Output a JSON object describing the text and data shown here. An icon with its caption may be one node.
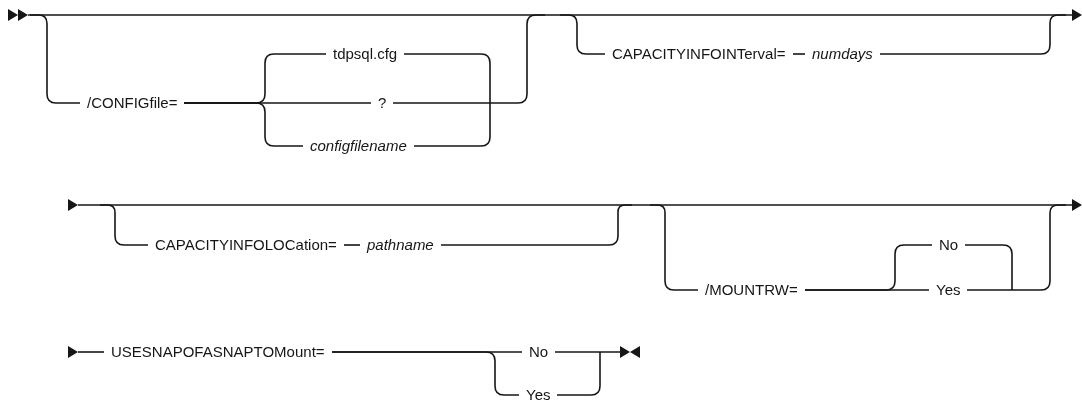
{
  "diagram": {
    "nodes": [
      {
        "text": [
          "/CONFIGfile="
        ]
      },
      {
        "text": [
          "tdpsql.cfg"
        ]
      },
      {
        "text": [
          "?"
        ]
      },
      {
        "text": [
          "configfilename"
        ]
      },
      {
        "text": [
          "CAPACITYINFOINTerval="
        ]
      },
      {
        "text": [
          "numdays"
        ]
      },
      {
        "text": [
          "CAPACITYINFOLOCation="
        ]
      },
      {
        "text": [
          "pathname"
        ]
      },
      {
        "text": [
          "/MOUNTRW="
        ]
      },
      {
        "text": [
          "No"
        ]
      },
      {
        "text": [
          "Yes"
        ]
      },
      {
        "text": [
          "USESNAPOFASNAPTOMount="
        ]
      },
      {
        "text": [
          "No"
        ]
      },
      {
        "text": [
          "Yes"
        ]
      }
    ],
    "edges": [
      {
        "from": 0,
        "to": 1,
        "arrow": "none"
      },
      {
        "from": 0,
        "to": 2,
        "arrow": "none"
      },
      {
        "from": 0,
        "to": 3,
        "arrow": "none"
      },
      {
        "from": 4,
        "to": 5,
        "arrow": "none"
      },
      {
        "from": 6,
        "to": 7,
        "arrow": "none"
      },
      {
        "from": 8,
        "to": 9,
        "arrow": "none"
      },
      {
        "from": 8,
        "to": 10,
        "arrow": "none"
      },
      {
        "from": 11,
        "to": 12,
        "arrow": "none"
      },
      {
        "from": 11,
        "to": 13,
        "arrow": "none"
      }
    ]
  }
}
